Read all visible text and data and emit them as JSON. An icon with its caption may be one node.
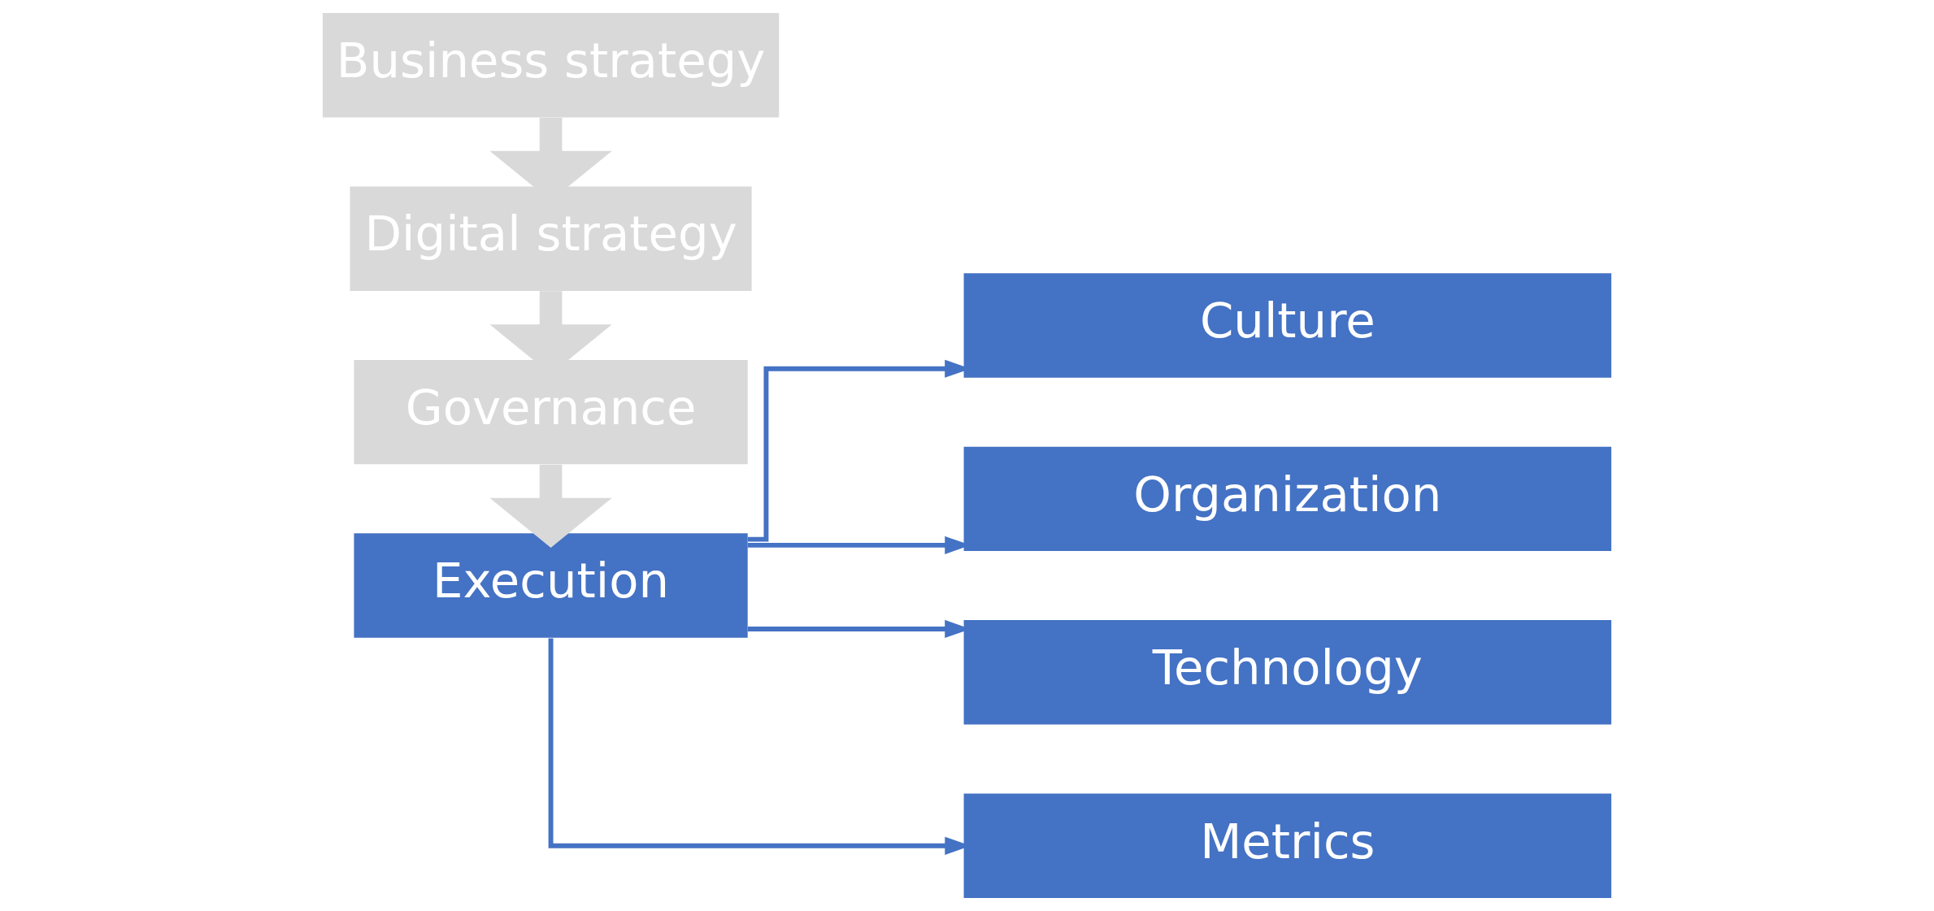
{
  "diagram": {
    "nodes": [
      {
        "text": [
          "Business strategy"
        ]
      },
      {
        "text": [
          "Digital strategy"
        ]
      },
      {
        "text": [
          "Governance"
        ]
      },
      {
        "text": [
          "Execution"
        ]
      },
      {
        "text": [
          "Culture"
        ]
      },
      {
        "text": [
          "Organization"
        ]
      },
      {
        "text": [
          "Technology"
        ]
      },
      {
        "text": [
          "Metrics"
        ]
      }
    ],
    "edges": [
      {
        "from": 0,
        "to": 1,
        "arrow": "to",
        "style": "thick",
        "color": "#d9d9d9"
      },
      {
        "from": 1,
        "to": 2,
        "arrow": "to",
        "style": "thick",
        "color": "#d9d9d9"
      },
      {
        "from": 2,
        "to": 3,
        "arrow": "to",
        "style": "thick",
        "color": "#d9d9d9"
      },
      {
        "from": 3,
        "to": 4,
        "arrow": "to"
      },
      {
        "from": 3,
        "to": 5,
        "arrow": "to"
      },
      {
        "from": 3,
        "to": 6,
        "arrow": "to"
      },
      {
        "from": 3,
        "to": 7,
        "arrow": "to"
      }
    ]
  }
}
